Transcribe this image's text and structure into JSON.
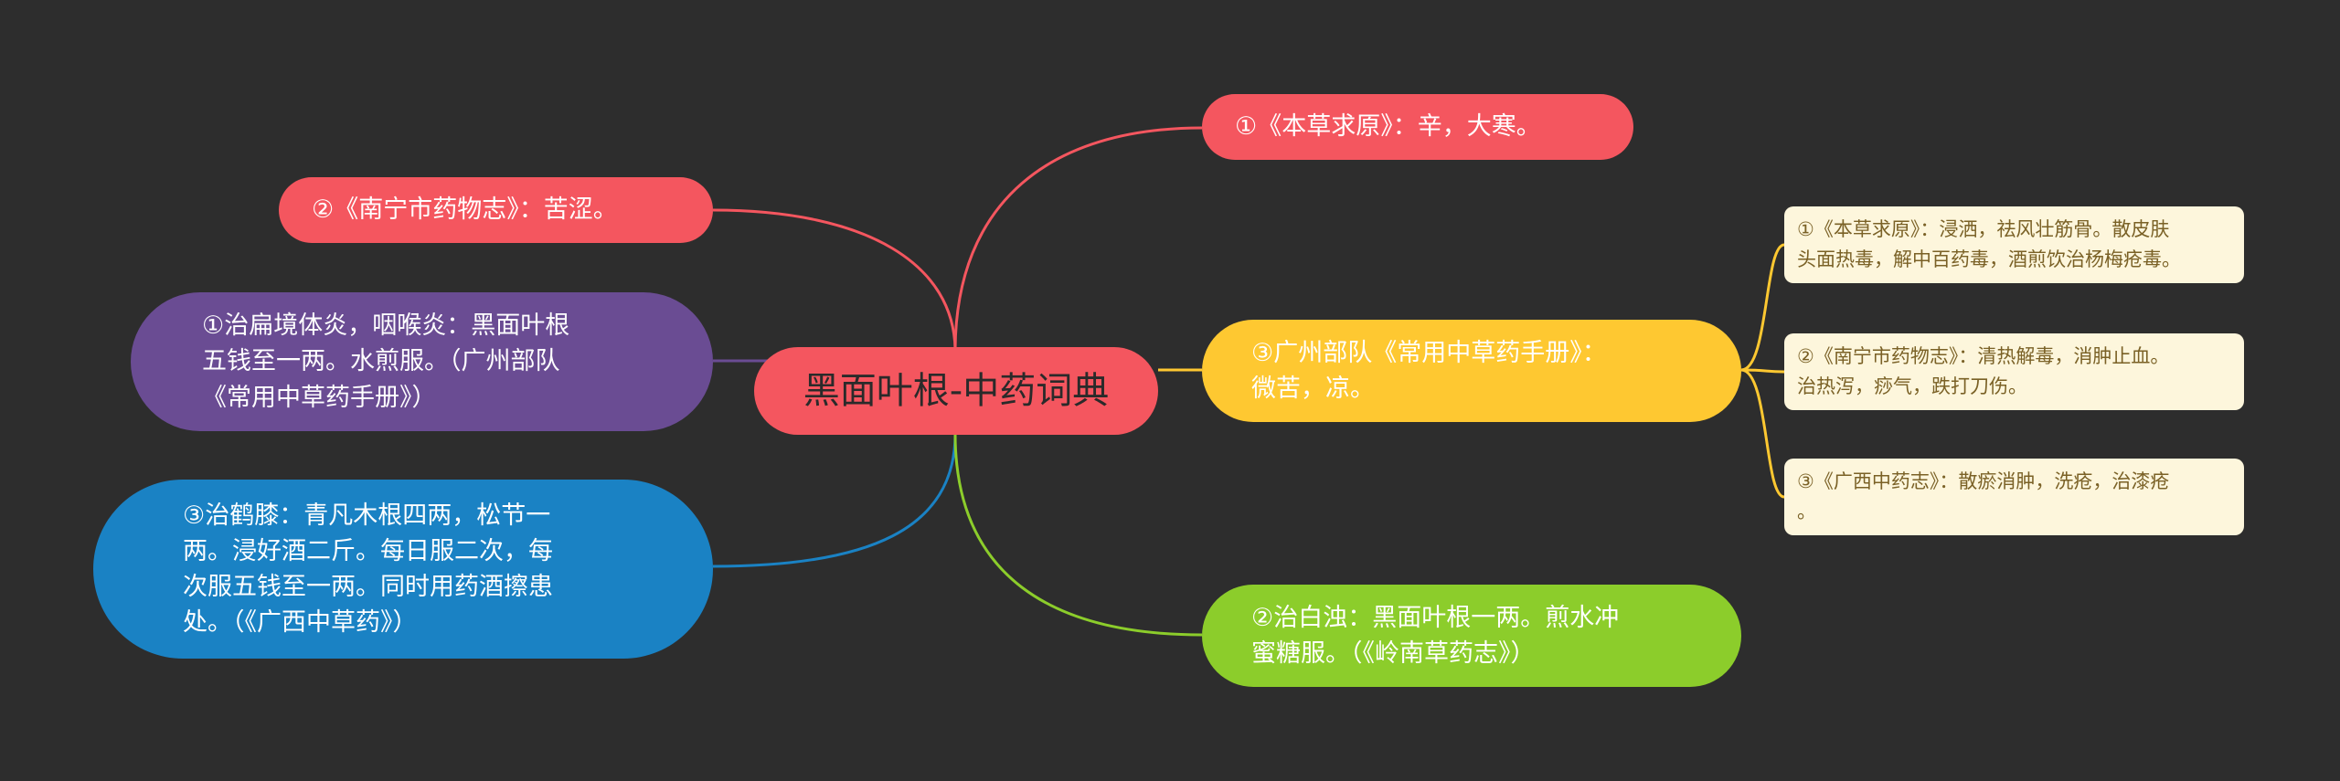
{
  "colors": {
    "background": "#2d2d2d",
    "center": "#f4565f",
    "red": "#f4565f",
    "purple": "#6a4c93",
    "blue": "#1a82c4",
    "yellow": "#fec831",
    "green": "#8ccd2b",
    "leaf": "#fdf6dc",
    "leaf_text": "#7a6126"
  },
  "center": {
    "label": "黑面叶根-中药词典"
  },
  "left_branches": [
    {
      "id": "nanning-taste",
      "label": "②《南宁市药物志》：苦涩。",
      "color": "red"
    },
    {
      "id": "tonsillitis",
      "label": "①治扁境体炎，咽喉炎：黑面叶根\n五钱至一两。水煎服。（广州部队\n《常用中草药手册》）",
      "color": "purple"
    },
    {
      "id": "crane-knee",
      "label": "③治鹤膝：青凡木根四两，松节一\n两。浸好酒二斤。每日服二次，每\n次服五钱至一两。同时用药酒擦患\n处。（《广西中草药》）",
      "color": "blue"
    }
  ],
  "right_branches": [
    {
      "id": "bencao-taste",
      "label": "①《本草求原》：辛，大寒。",
      "color": "red"
    },
    {
      "id": "guangzhou-taste",
      "label": "③广州部队《常用中草药手册》：\n微苦，凉。",
      "color": "yellow"
    },
    {
      "id": "white-turbid",
      "label": "②治白浊：黑面叶根一两。煎水冲\n蜜糖服。（《岭南草药志》）",
      "color": "green"
    }
  ],
  "leaves": [
    {
      "id": "leaf-bencao",
      "label": "①《本草求原》：浸洒，祛风壮筋骨。散皮肤\n头面热毒，解中百药毒，酒煎饮治杨梅疮毒。"
    },
    {
      "id": "leaf-nanning",
      "label": "②《南宁市药物志》：清热解毒，消肿止血。\n治热泻，痧气，跌打刀伤。"
    },
    {
      "id": "leaf-guangxi",
      "label": "③《广西中药志》：散瘀消肿，洗疮，治漆疮\n。"
    }
  ]
}
